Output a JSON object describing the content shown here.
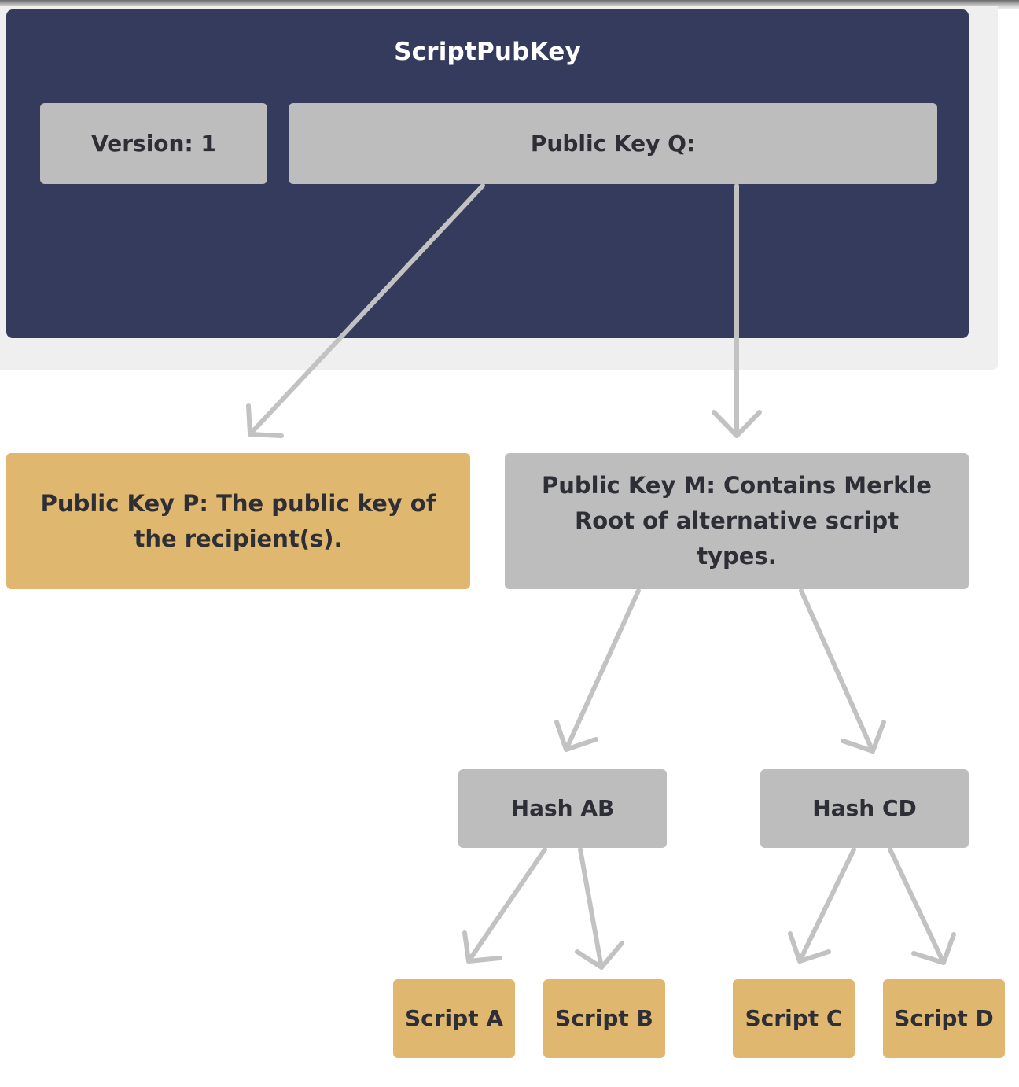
{
  "colors": {
    "panel": "#343b5c",
    "grey_box": "#bdbdbd",
    "gold_box": "#e0b76e",
    "arrow": "#c2c2c2",
    "text_dark": "#2e2f36",
    "text_light": "#ffffff"
  },
  "script_pub_key": {
    "title": "ScriptPubKey",
    "version_label": "Version: 1",
    "public_key_q_label": "Public Key Q:"
  },
  "public_key_p": {
    "label": "Public Key P: The public key of the recipient(s)."
  },
  "public_key_m": {
    "label": "Public Key M: Contains Merkle Root of alternative script types."
  },
  "hashes": [
    {
      "label": "Hash AB"
    },
    {
      "label": "Hash CD"
    }
  ],
  "scripts": [
    {
      "label": "Script A"
    },
    {
      "label": "Script B"
    },
    {
      "label": "Script C"
    },
    {
      "label": "Script D"
    }
  ]
}
